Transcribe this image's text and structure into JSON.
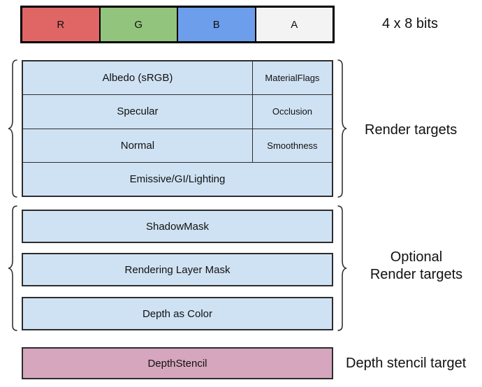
{
  "header": {
    "cells": [
      {
        "label": "R",
        "color": "#e06666"
      },
      {
        "label": "G",
        "color": "#93c47d"
      },
      {
        "label": "B",
        "color": "#6d9eeb"
      },
      {
        "label": "A",
        "color": "#f3f3f3"
      }
    ],
    "bits_label": "4 x 8 bits"
  },
  "render_targets": {
    "label": "Render targets",
    "fill_color": "#cfe2f3",
    "rows": [
      {
        "main": "Albedo (sRGB)",
        "alpha": "MaterialFlags"
      },
      {
        "main": "Specular",
        "alpha": "Occlusion"
      },
      {
        "main": "Normal",
        "alpha": "Smoothness"
      },
      {
        "main": "Emissive/GI/Lighting"
      }
    ]
  },
  "optional_render_targets": {
    "label_line1": "Optional",
    "label_line2": "Render targets",
    "fill_color": "#cfe2f3",
    "boxes": [
      {
        "label": "ShadowMask"
      },
      {
        "label": "Rendering Layer Mask"
      },
      {
        "label": "Depth as Color"
      }
    ]
  },
  "depth_stencil": {
    "box_label": "DepthStencil",
    "side_label": "Depth stencil target",
    "fill_color": "#d5a6bd"
  }
}
